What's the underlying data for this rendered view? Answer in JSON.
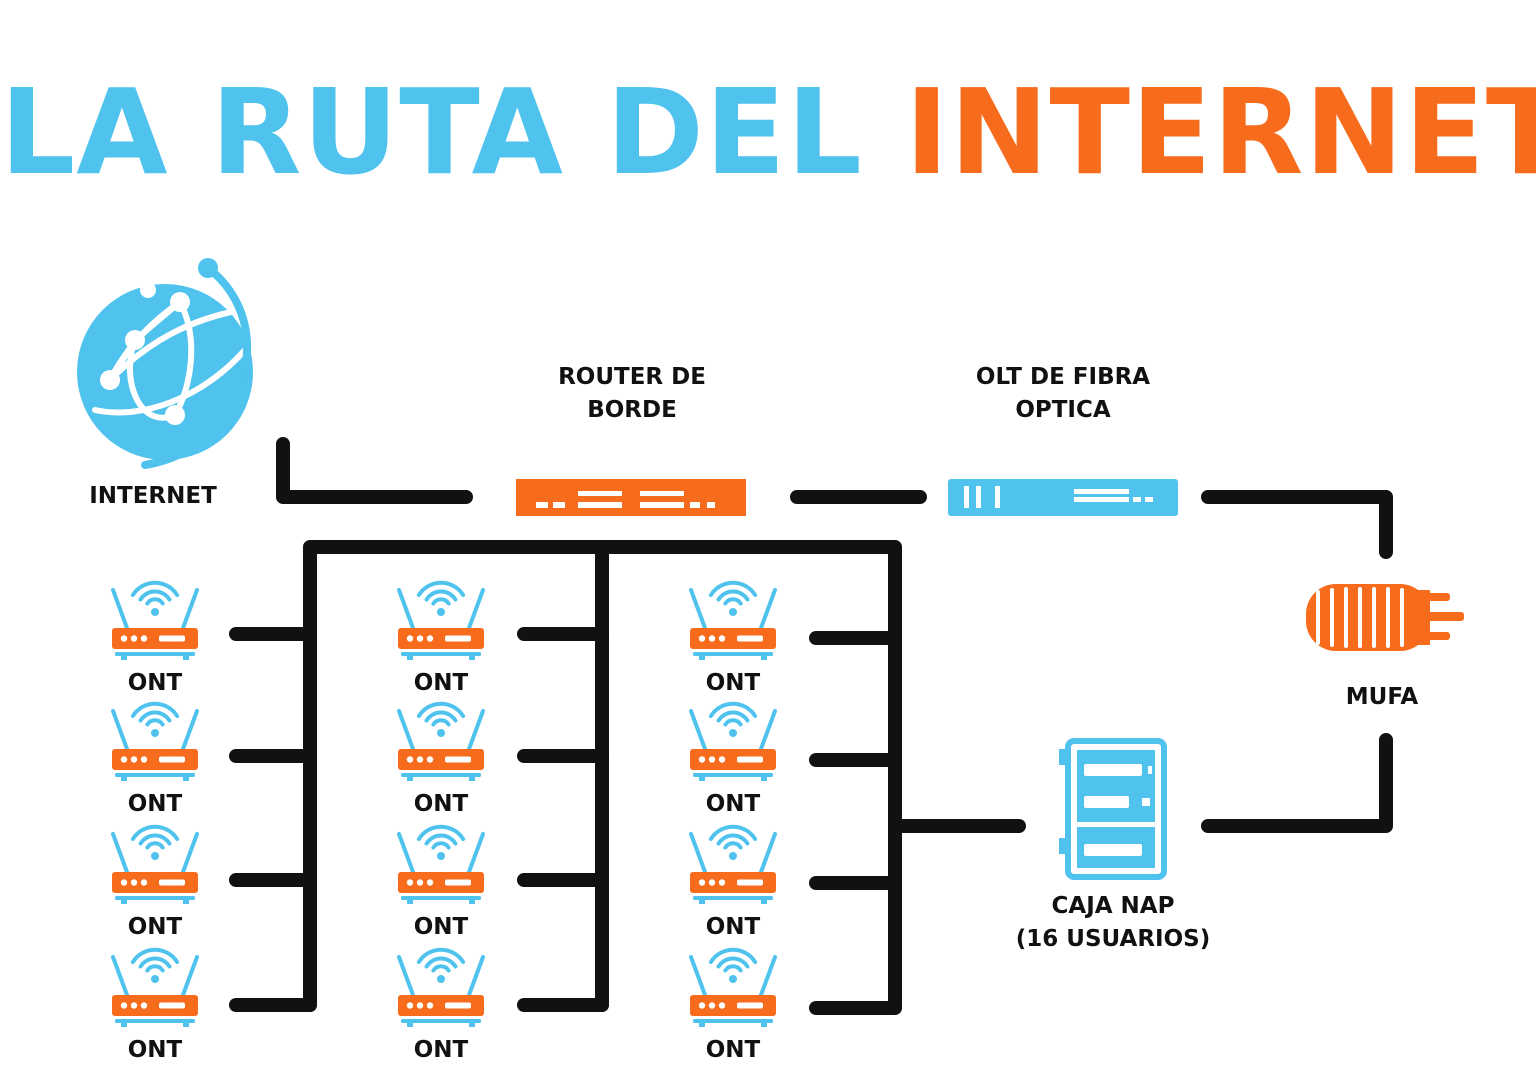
{
  "title": {
    "part1": "LA RUTA DEL",
    "part2": "INTERNET"
  },
  "colors": {
    "blue": "#4fc3ee",
    "orange": "#f76b1c",
    "line": "#111111"
  },
  "nodes": {
    "internet": {
      "label": "INTERNET",
      "icon": "globe-network-icon"
    },
    "router": {
      "label_line1": "ROUTER DE",
      "label_line2": "BORDE",
      "icon": "router-rack-icon"
    },
    "olt": {
      "label_line1": "OLT DE FIBRA",
      "label_line2": "OPTICA",
      "icon": "olt-rack-icon"
    },
    "mufa": {
      "label": "MUFA",
      "icon": "splice-closure-icon"
    },
    "nap": {
      "label_line1": "CAJA NAP",
      "label_line2": "(16 USUARIOS)",
      "icon": "nap-box-icon"
    }
  },
  "ont_label": "ONT",
  "ont_grid": {
    "columns": 3,
    "rows": 4
  }
}
